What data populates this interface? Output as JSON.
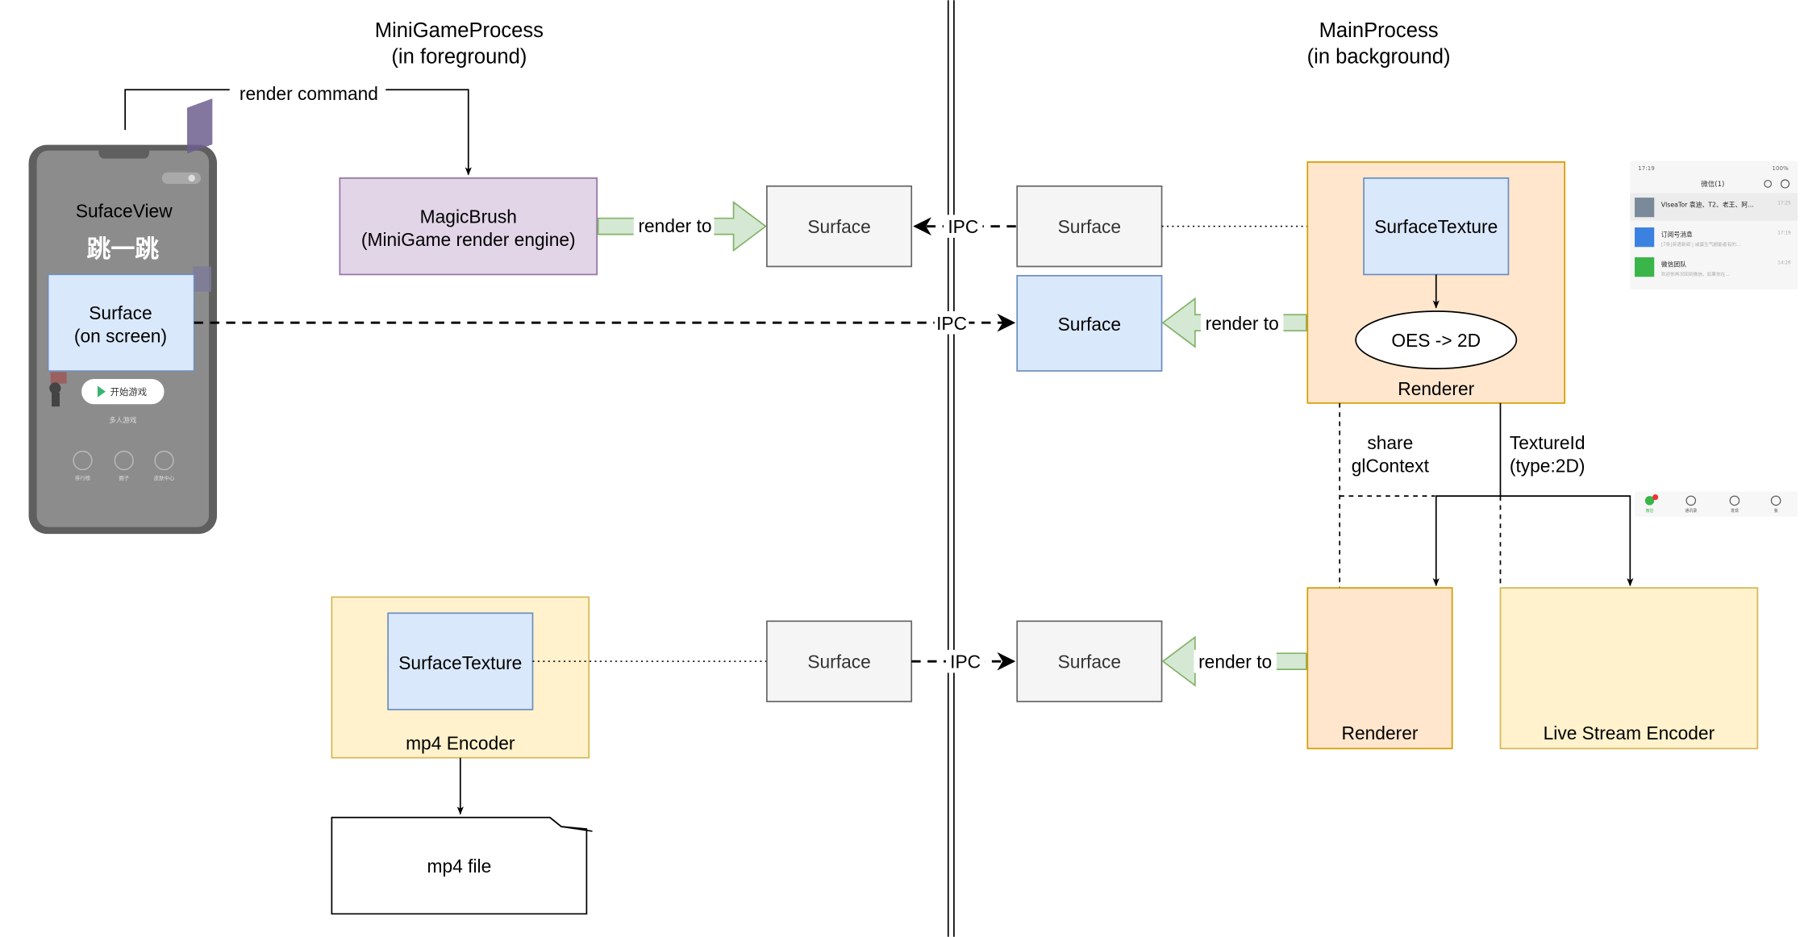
{
  "headers": {
    "left_title": "MiniGameProcess",
    "left_subtitle": "(in foreground)",
    "right_title": "MainProcess",
    "right_subtitle": "(in background)"
  },
  "phone": {
    "surface_view_label": "SufaceView",
    "game_logo_text": "跳一跳",
    "surface_label_1": "Surface",
    "surface_label_2": "(on screen)",
    "start_button": "开始游戏",
    "multi_player": "多人游戏",
    "bottom_items": [
      "排行榜",
      "圈子",
      "皮肤中心"
    ]
  },
  "edges": {
    "render_command": "render  command",
    "render_to": "render to",
    "ipc": "IPC",
    "share_1": "share",
    "share_2": "glContext",
    "texture_1": "TextureId",
    "texture_2": "(type:2D)"
  },
  "nodes": {
    "magicbrush_1": "MagicBrush",
    "magicbrush_2": "(MiniGame render engine)",
    "surface": "Surface",
    "surface_texture": "SurfaceTexture",
    "oes": "OES -> 2D",
    "renderer": "Renderer",
    "mp4_encoder": "mp4 Encoder",
    "mp4_file": "mp4 file",
    "live_encoder": "Live Stream Encoder"
  },
  "wechat": {
    "status_time": "17:19",
    "status_battery": "100%",
    "title": "微信(1)",
    "rows": [
      {
        "title": "VlseaTor 袁迪、T2、老王、阿...",
        "time": "17:25",
        "sub": ""
      },
      {
        "title": "订阅号消息",
        "time": "17:19",
        "sub": "[7条]英语新闻 | 咸蛋生气超能者有的..."
      },
      {
        "title": "微信团队",
        "time": "14:26",
        "sub": "欢迎你再次回到微信。如果你在..."
      }
    ],
    "tabs": [
      "微信",
      "通讯录",
      "发现",
      "我"
    ],
    "chats_badge": "1"
  },
  "colors": {
    "purple_fill": "#e1d5e7",
    "purple_stroke": "#9673a6",
    "blue_fill": "#dae8fc",
    "blue_stroke": "#6c8ebf",
    "grey_fill": "#f5f5f5",
    "grey_stroke": "#666666",
    "orange_fill": "#ffe6cc",
    "orange_stroke": "#d79b00",
    "yellow_fill": "#fff2cc",
    "yellow_stroke": "#d6b656",
    "green_fill": "#d5e8d4",
    "green_stroke": "#82b366"
  }
}
